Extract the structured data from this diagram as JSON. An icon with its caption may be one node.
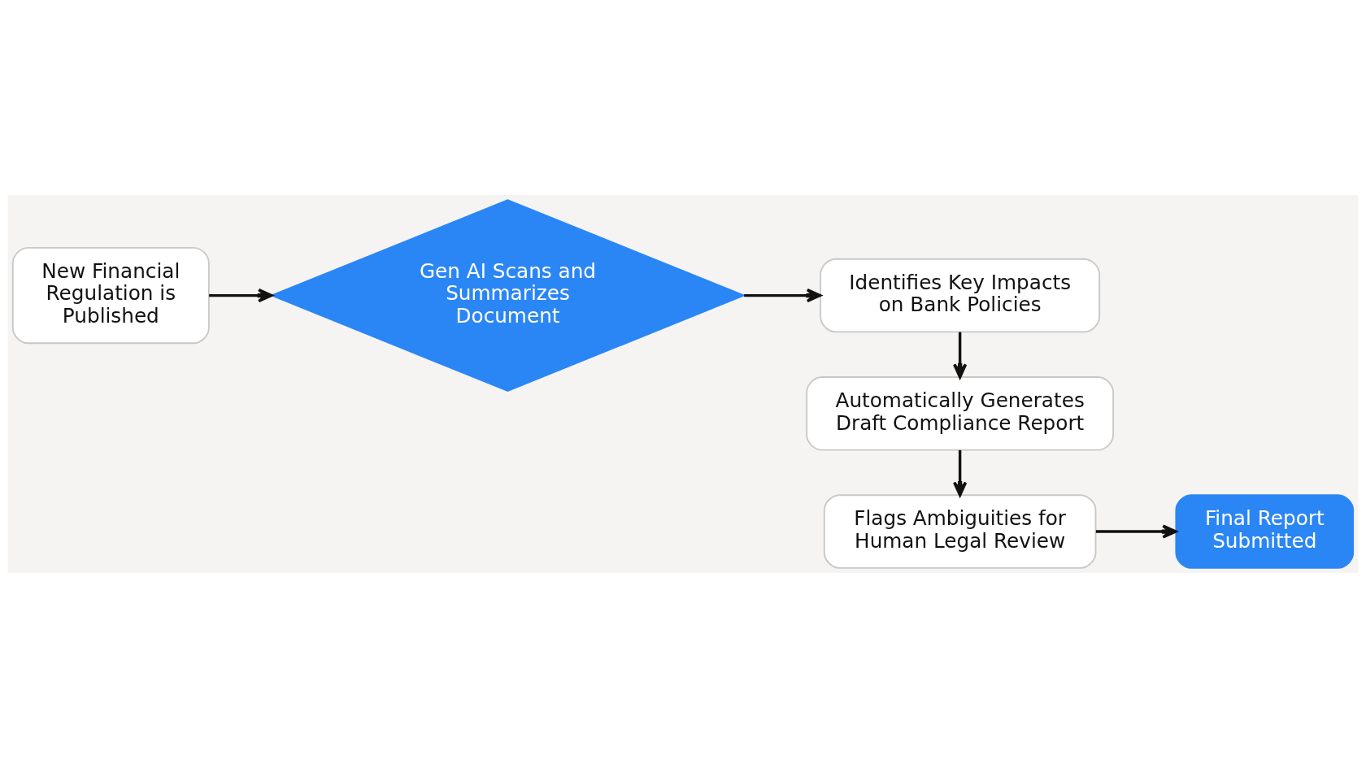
{
  "diagram": {
    "nodes": [
      {
        "text": [
          "New Financial Regulation is Published"
        ]
      },
      {
        "text": [
          "Gen AI Scans and Summarizes Document"
        ]
      },
      {
        "text": [
          "Identifies Key Impacts on Bank Policies"
        ]
      },
      {
        "text": [
          "Automatically Generates Draft Compliance Report"
        ]
      },
      {
        "text": [
          "Flags Ambiguities for Human Legal Review"
        ]
      },
      {
        "text": [
          "Final Report Submitted"
        ]
      }
    ],
    "edges": [
      {
        "from": 0,
        "to": 1,
        "arrow": "to"
      },
      {
        "from": 1,
        "to": 2,
        "arrow": "to"
      },
      {
        "from": 2,
        "to": 3,
        "arrow": "to"
      },
      {
        "from": 3,
        "to": 4,
        "arrow": "to"
      },
      {
        "from": 4,
        "to": 5,
        "arrow": "to"
      }
    ]
  }
}
